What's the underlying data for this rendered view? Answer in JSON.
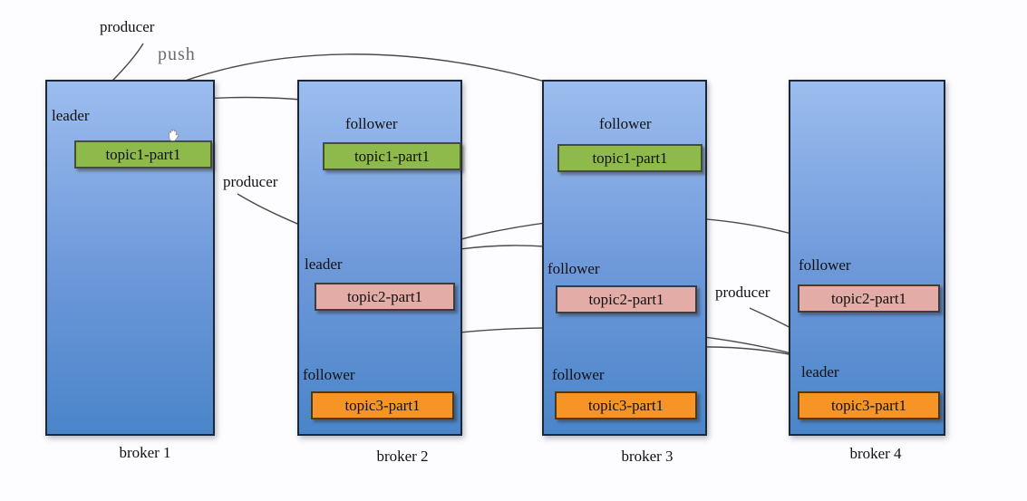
{
  "labels": {
    "push": "push",
    "producers": [
      "producer",
      "producer",
      "producer"
    ]
  },
  "brokers": [
    {
      "label": "broker 1",
      "partitions": [
        {
          "role": "leader",
          "topic": "topic1-part1"
        }
      ]
    },
    {
      "label": "broker 2",
      "partitions": [
        {
          "role": "follower",
          "topic": "topic1-part1"
        },
        {
          "role": "leader",
          "topic": "topic2-part1"
        },
        {
          "role": "follower",
          "topic": "topic3-part1"
        }
      ]
    },
    {
      "label": "broker 3",
      "partitions": [
        {
          "role": "follower",
          "topic": "topic1-part1"
        },
        {
          "role": "follower",
          "topic": "topic2-part1"
        },
        {
          "role": "follower",
          "topic": "topic3-part1"
        }
      ]
    },
    {
      "label": "broker 4",
      "partitions": [
        {
          "role": "follower",
          "topic": "topic2-part1"
        },
        {
          "role": "leader",
          "topic": "topic3-part1"
        }
      ]
    }
  ],
  "icons": {
    "cursor": "hand-cursor"
  },
  "colors": {
    "topic1-bg": "#8eb94b",
    "topic2-bg": "#e3aca6",
    "topic3-bg": "#f69426",
    "broker-top": "#9cbdee",
    "broker-mid": "#6e99da",
    "broker-bottom": "#4a85c9",
    "broker-border": "#1d2836",
    "arrow": "#4a4a4a",
    "push-text": "#6b6b6b",
    "text": "#111111",
    "page-bg": "#fdfdff"
  }
}
